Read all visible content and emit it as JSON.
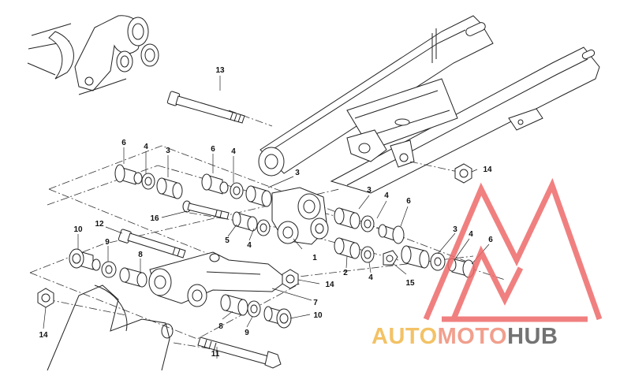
{
  "diagram": {
    "callouts": [
      {
        "id": "c13a",
        "text": "13"
      },
      {
        "id": "c6a",
        "text": "6"
      },
      {
        "id": "c4a",
        "text": "4"
      },
      {
        "id": "c3a",
        "text": "3"
      },
      {
        "id": "c6b",
        "text": "6"
      },
      {
        "id": "c4b",
        "text": "4"
      },
      {
        "id": "c3b",
        "text": "3"
      },
      {
        "id": "c14a",
        "text": "14"
      },
      {
        "id": "c3c",
        "text": "3"
      },
      {
        "id": "c4c",
        "text": "4"
      },
      {
        "id": "c6c",
        "text": "6"
      },
      {
        "id": "c16",
        "text": "16"
      },
      {
        "id": "c12",
        "text": "12"
      },
      {
        "id": "c10a",
        "text": "10"
      },
      {
        "id": "c9a",
        "text": "9"
      },
      {
        "id": "c8a",
        "text": "8"
      },
      {
        "id": "c5",
        "text": "5"
      },
      {
        "id": "c4d",
        "text": "4"
      },
      {
        "id": "c1",
        "text": "1"
      },
      {
        "id": "c2",
        "text": "2"
      },
      {
        "id": "c4e",
        "text": "4"
      },
      {
        "id": "c15",
        "text": "15"
      },
      {
        "id": "c3d",
        "text": "3"
      },
      {
        "id": "c4f",
        "text": "4"
      },
      {
        "id": "c6d",
        "text": "6"
      },
      {
        "id": "c14b",
        "text": "14"
      },
      {
        "id": "c7",
        "text": "7"
      },
      {
        "id": "c10b",
        "text": "10"
      },
      {
        "id": "c8b",
        "text": "8"
      },
      {
        "id": "c9b",
        "text": "9"
      },
      {
        "id": "c14c",
        "text": "14"
      },
      {
        "id": "c11",
        "text": "11"
      }
    ]
  },
  "watermark": {
    "part1": "AUTO",
    "part2": "MOTO",
    "part3": "HUB",
    "colors": {
      "auto": "#f2b84c",
      "moto": "#ef8f7a",
      "hub": "#5b5b5b",
      "mark": "#ee6a6a"
    }
  }
}
